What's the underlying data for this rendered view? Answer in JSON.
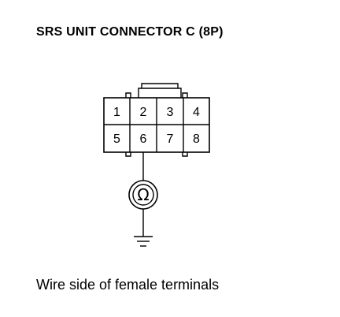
{
  "title": "SRS UNIT CONNECTOR C (8P)",
  "connector": {
    "pins_row1": [
      "1",
      "2",
      "3",
      "4"
    ],
    "pins_row2": [
      "5",
      "6",
      "7",
      "8"
    ],
    "tested_pin": "6"
  },
  "meter": {
    "symbol": "Ω"
  },
  "caption": "Wire side of female terminals"
}
